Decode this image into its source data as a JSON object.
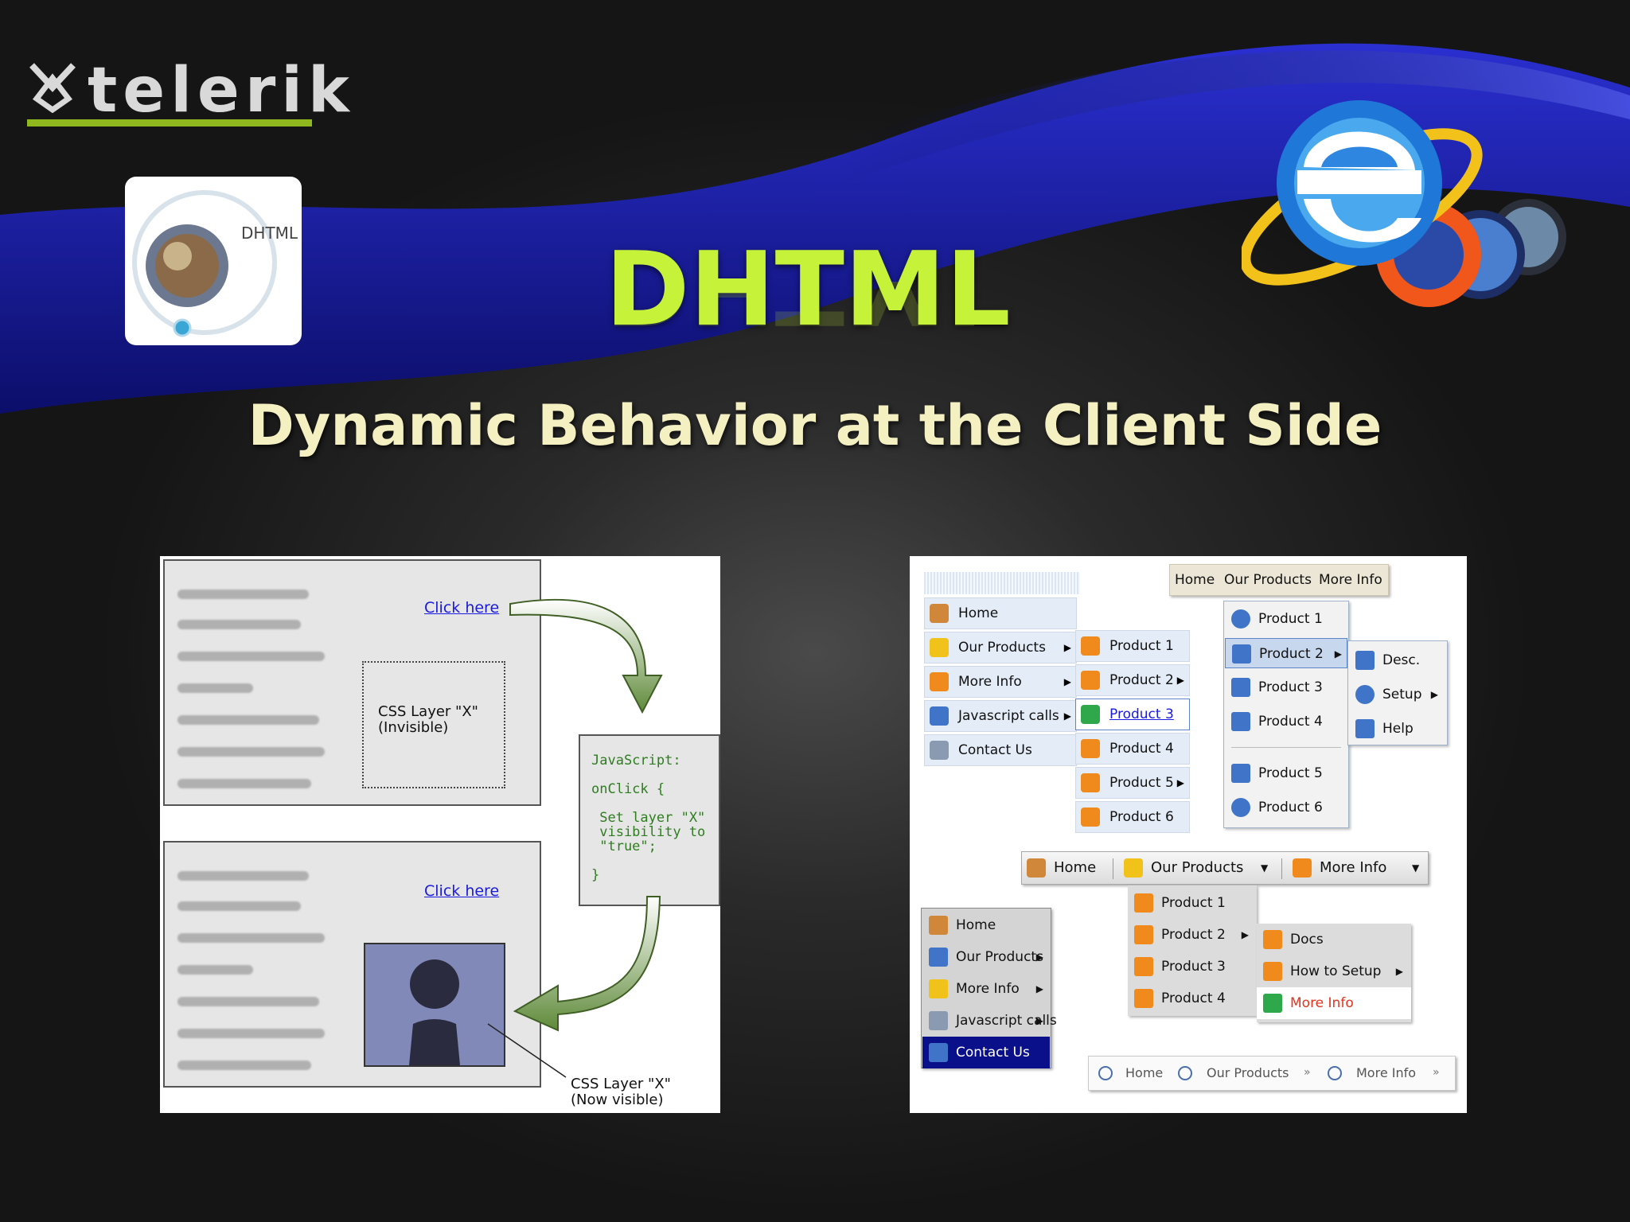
{
  "brand": {
    "logo_text": "telerik"
  },
  "thumbnail": {
    "label": "DHTML"
  },
  "slide": {
    "title": "DHTML",
    "subtitle": "Dynamic Behavior at the Client Side"
  },
  "left_diagram": {
    "link_top": "Click here",
    "link_bottom": "Click here",
    "layer_invisible": "CSS Layer \"X\"\n(Invisible)",
    "layer_visible": "CSS Layer \"X\"\n(Now visible)",
    "js_code": "JavaScript:\n\nonClick {\n\n Set layer \"X\"\n visibility to\n \"true\";\n\n}"
  },
  "right_demo": {
    "top_bar": [
      "Home",
      "Our Products",
      "More Info"
    ],
    "menu1": {
      "items": [
        "Home",
        "Our Products",
        "More Info",
        "Javascript calls",
        "Contact Us"
      ],
      "submenu": [
        "Product 1",
        "Product 2",
        "Product 3",
        "Product 4",
        "Product 5",
        "Product 6"
      ]
    },
    "menu2": {
      "items": [
        "Product 1",
        "Product 2",
        "Product 3",
        "Product 4",
        "Product 5",
        "Product 6"
      ],
      "submenu": [
        "Desc.",
        "Setup",
        "Help"
      ]
    },
    "menu3": {
      "bar": [
        "Home",
        "Our Products",
        "More Info"
      ],
      "dropdown": [
        "Product 1",
        "Product 2",
        "Product 3",
        "Product 4"
      ],
      "submenu": [
        "Docs",
        "How to Setup",
        "More Info"
      ]
    },
    "menu4": {
      "items": [
        "Home",
        "Our Products",
        "More Info",
        "Javascript calls",
        "Contact Us"
      ]
    },
    "bottom_bar": [
      "Home",
      "Our Products",
      "More Info"
    ],
    "colors": {
      "menu_blue": "#e4ecf7",
      "selected_blue": "#0a0f8a",
      "highlight_orange": "#f08a1c",
      "accent_green": "#c6f23a"
    }
  }
}
